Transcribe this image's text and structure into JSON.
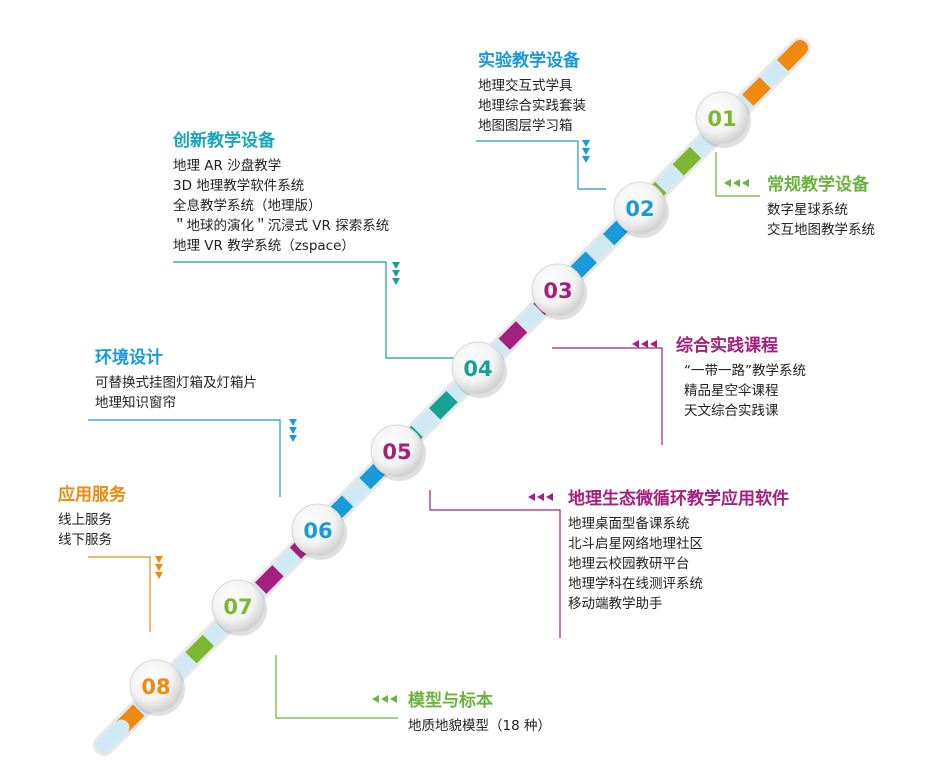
{
  "nodes": [
    {
      "num": "01",
      "color": "#7cb82f"
    },
    {
      "num": "02",
      "color": "#1a9ad8"
    },
    {
      "num": "03",
      "color": "#a3207f"
    },
    {
      "num": "04",
      "color": "#17a093"
    },
    {
      "num": "05",
      "color": "#a3207f"
    },
    {
      "num": "06",
      "color": "#1a9ad8"
    },
    {
      "num": "07",
      "color": "#7cb82f"
    },
    {
      "num": "08",
      "color": "#ef8a10"
    }
  ],
  "sections": {
    "s01": {
      "title": "常规教学设备",
      "color": "#6db33f",
      "items": [
        "数字星球系统",
        "交互地图教学系统"
      ]
    },
    "s02": {
      "title": "实验教学设备",
      "color": "#1a9ad8",
      "items": [
        "地理交互式学具",
        "地理综合实践套装",
        "地图图层学习箱"
      ]
    },
    "s03": {
      "title": "综合实践课程",
      "color": "#a3207f",
      "items": [
        "“一带一路”教学系统",
        "精品星空伞课程",
        "天文综合实践课"
      ]
    },
    "s04": {
      "title": "创新教学设备",
      "color": "#17a7b9",
      "items": [
        "地理 AR 沙盘教学",
        "3D 地理教学软件系统",
        "全息教学系统（地理版）",
        "＂地球的演化＂沉浸式 VR 探索系统",
        "地理 VR 教学系统（zspace）"
      ]
    },
    "s05": {
      "title": "地理生态微循环教学应用软件",
      "color": "#a3207f",
      "items": [
        "地理桌面型备课系统",
        "北斗启星网络地理社区",
        "地理云校园教研平台",
        "地理学科在线测评系统",
        "移动端教学助手"
      ]
    },
    "s06": {
      "title": "环境设计",
      "color": "#1a9ad8",
      "items": [
        "可替换式挂图灯箱及灯箱片",
        "地理知识窗帘"
      ]
    },
    "s07": {
      "title": "模型与标本",
      "color": "#6db33f",
      "items": [
        "地质地貌模型（18 种）"
      ]
    },
    "s08": {
      "title": "应用服务",
      "color": "#ef8a10",
      "items": [
        "线上服务",
        "线下服务"
      ]
    }
  }
}
